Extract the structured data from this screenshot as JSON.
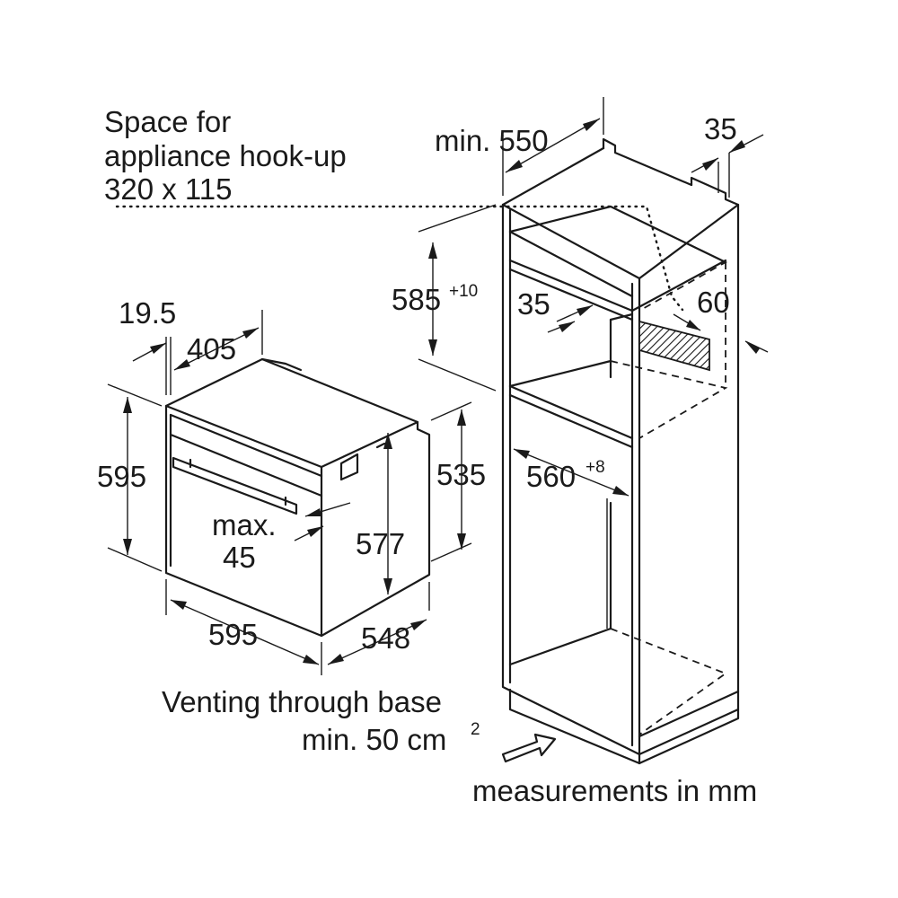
{
  "labels": {
    "hookup_line1": "Space for",
    "hookup_line2": "appliance hook-up",
    "hookup_line3": "320 x 115",
    "min550": "min. 550",
    "d35_top": "35",
    "d585": "585",
    "d585_sup": "+10",
    "d35_inner": "35",
    "d60": "60",
    "d560": "560",
    "d560_sup": "+8",
    "d19_5": "19.5",
    "d405": "405",
    "d595_left": "595",
    "max_line1": "max.",
    "max_line2": "45",
    "d577": "577",
    "d535": "535",
    "d595_bottom": "595",
    "d548": "548",
    "venting_line1": "Venting through base",
    "venting_line2": "min. 50 cm",
    "venting_sup": "2",
    "footer": "measurements in mm"
  },
  "colors": {
    "ink": "#1a1a1a",
    "background": "#ffffff"
  }
}
